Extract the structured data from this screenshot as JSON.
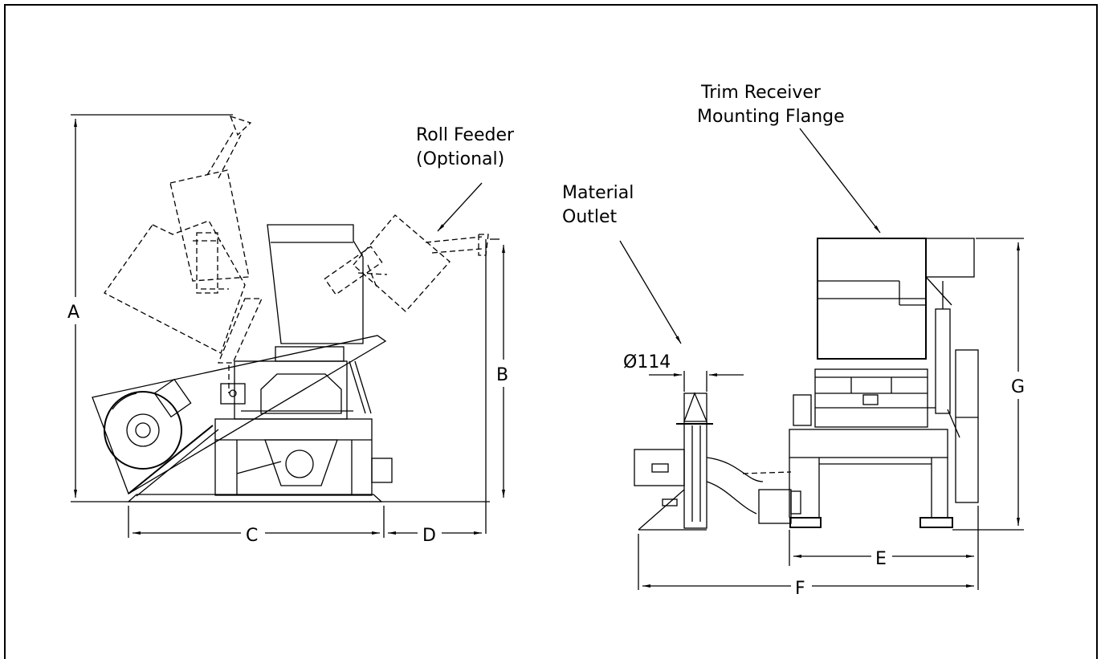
{
  "labels": {
    "roll_feeder_line1": "Roll Feeder",
    "roll_feeder_line2": "(Optional)",
    "material_outlet_line1": "Material",
    "material_outlet_line2": "Outlet",
    "trim_receiver_line1": "Trim Receiver",
    "trim_receiver_line2": "Mounting Flange",
    "diameter": "Ø114"
  },
  "dimensions": {
    "A": "A",
    "B": "B",
    "C": "C",
    "D": "D",
    "E": "E",
    "F": "F",
    "G": "G"
  }
}
